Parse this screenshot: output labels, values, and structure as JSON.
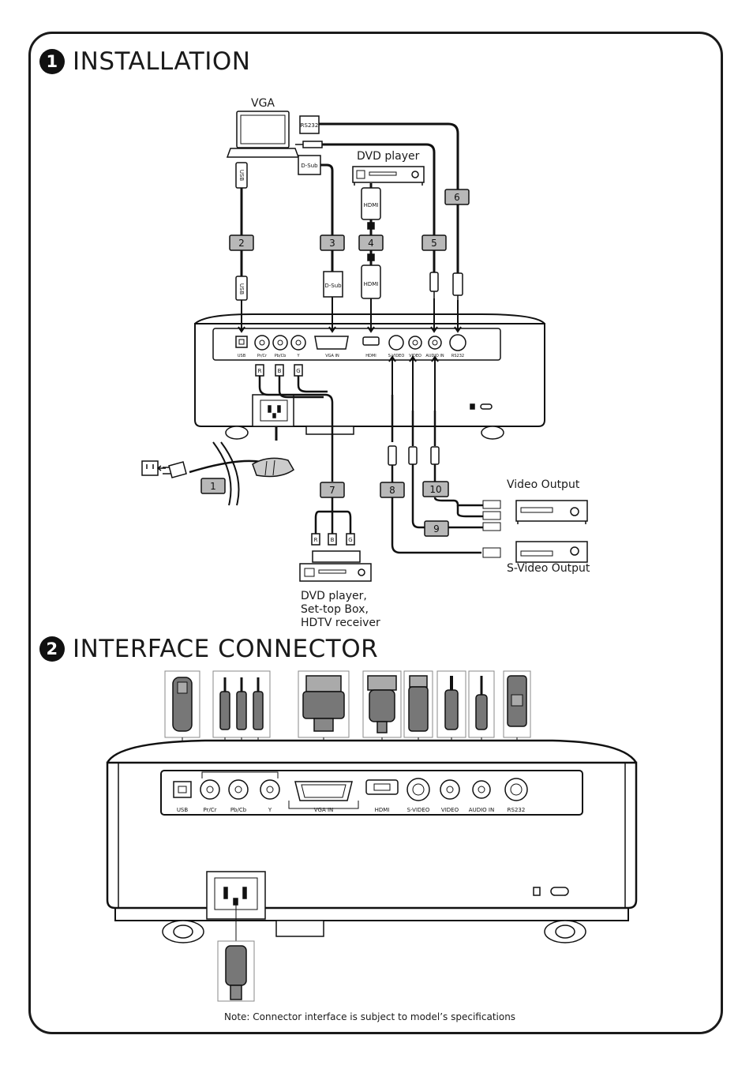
{
  "sections": {
    "installation": {
      "badge": "1",
      "title": "INSTALLATION"
    },
    "interface": {
      "badge": "2",
      "title": "INTERFACE CONNECTOR"
    }
  },
  "devices": {
    "vga": "VGA",
    "dvd_player": "DVD player",
    "video_output": "Video Output",
    "svideo_output": "S-Video Output",
    "dvd_stb": [
      "DVD player,",
      "Set-top Box,",
      "HDTV receiver"
    ]
  },
  "cable_numbers": [
    "1",
    "2",
    "3",
    "4",
    "5",
    "6",
    "7",
    "8",
    "9",
    "10"
  ],
  "connector_tags": {
    "usb": "USB",
    "d_sub": "D-Sub",
    "hdmi": "HDMI",
    "rs232": "RS232",
    "r": "R",
    "b": "B",
    "g": "G"
  },
  "install_ports": [
    "USB",
    "Pr/Cr",
    "Pb/Cb",
    "Y",
    "VGA IN",
    "HDMI",
    "S-VIDEO",
    "VIDEO",
    "AUDIO IN",
    "RS232"
  ],
  "panel_ports": [
    "USB",
    "Pr/Cr",
    "Pb/Cb",
    "Y",
    "VGA IN",
    "HDMI",
    "S-VIDEO",
    "VIDEO",
    "AUDIO IN",
    "RS232"
  ],
  "note": "Note: Connector interface is subject to model’s specifications"
}
